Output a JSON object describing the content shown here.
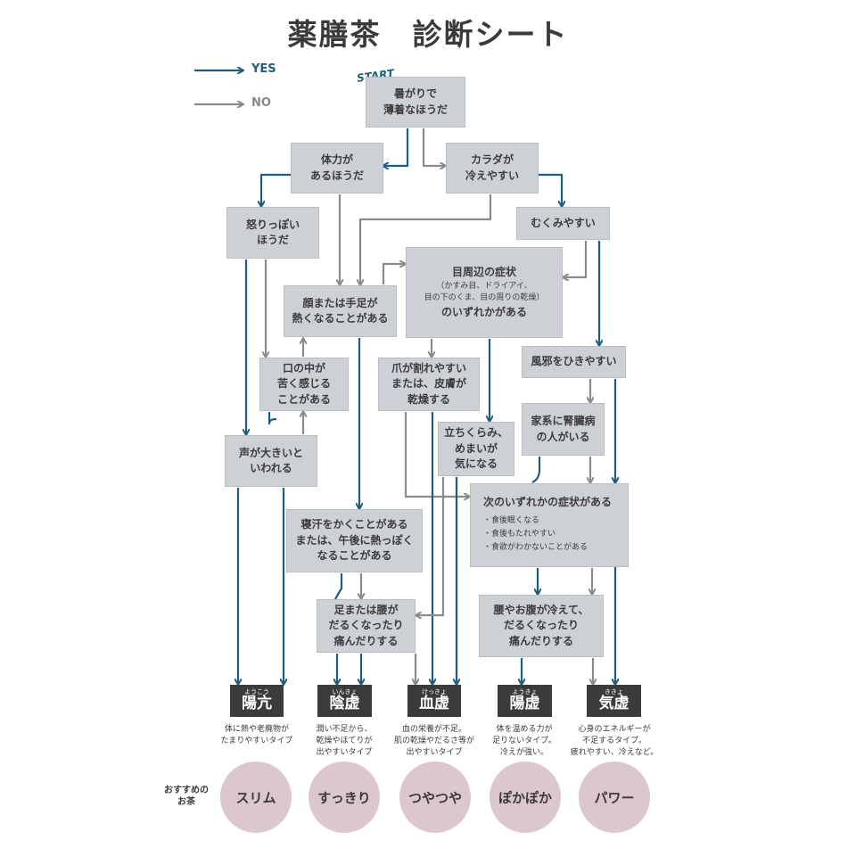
{
  "title": "薬膳茶　診断シート",
  "legend": {
    "yes": "YES",
    "no": "NO"
  },
  "start_label": "START",
  "colors": {
    "yes_arrow": "#1e5d7d",
    "no_arrow": "#8a8a8a",
    "box_bg": "#cdd0d4",
    "type_bg": "#3b3b3b",
    "circle_bg": "#dcc7cf"
  },
  "questions": {
    "q1": [
      "暑がりで",
      "薄着なほうだ"
    ],
    "q2": [
      "体力が",
      "あるほうだ"
    ],
    "q3": [
      "カラダが",
      "冷えやすい"
    ],
    "q4": [
      "怒りっぽい",
      "ほうだ"
    ],
    "q5": [
      "むくみやすい"
    ],
    "q6": [
      "顔または手足が",
      "熱くなることがある"
    ],
    "q7": [
      "目周辺の症状",
      "（かすみ目、ドライアイ、",
      "目の下のくま、目の周りの乾燥）",
      "のいずれかがある"
    ],
    "q8": [
      "口の中が",
      "苦く感じる",
      "ことがある"
    ],
    "q9": [
      "爪が割れやすい",
      "または、皮膚が",
      "乾燥する"
    ],
    "q10": [
      "風邪をひきやすい"
    ],
    "q11": [
      "家系に腎臓病",
      "の人がいる"
    ],
    "q12": [
      "立ちくらみ、",
      "めまいが",
      "気になる"
    ],
    "q13": [
      "声が大きいと",
      "いわれる"
    ],
    "q14": [
      "次のいずれかの症状がある",
      "・食後眠くなる",
      "・食後もたれやすい",
      "・食欲がわかないことがある"
    ],
    "q15": [
      "寝汗をかくことがある",
      "または、午後に熱っぽく",
      "なることがある"
    ],
    "q16": [
      "足または腰が",
      "だるくなったり",
      "痛んだりする"
    ],
    "q17": [
      "腰やお腹が冷えて、",
      "だるくなったり",
      "痛んだりする"
    ]
  },
  "results": [
    {
      "ruby": "ようこう",
      "name": "陽亢",
      "desc": [
        "体に熱や老廃物が",
        "たまりやすいタイプ"
      ],
      "tea": "スリム"
    },
    {
      "ruby": "いんきょ",
      "name": "陰虚",
      "desc": [
        "潤い不足から、",
        "乾燥やほてりが",
        "出やすいタイプ"
      ],
      "tea": "すっきり"
    },
    {
      "ruby": "けっきょ",
      "name": "血虚",
      "desc": [
        "血の栄養が不足。",
        "肌の乾燥やだるさ等が",
        "出やすいタイプ"
      ],
      "tea": "つやつや"
    },
    {
      "ruby": "ようきょ",
      "name": "陽虚",
      "desc": [
        "体を温める力が",
        "足りないタイプ。",
        "冷えが強い。"
      ],
      "tea": "ぽかぽか"
    },
    {
      "ruby": "ききょ",
      "name": "気虚",
      "desc": [
        "心身のエネルギーが",
        "不足するタイプ。",
        "疲れやすい、冷えなど。"
      ],
      "tea": "パワー"
    }
  ],
  "recommend_label": [
    "おすすめの",
    "お茶"
  ]
}
